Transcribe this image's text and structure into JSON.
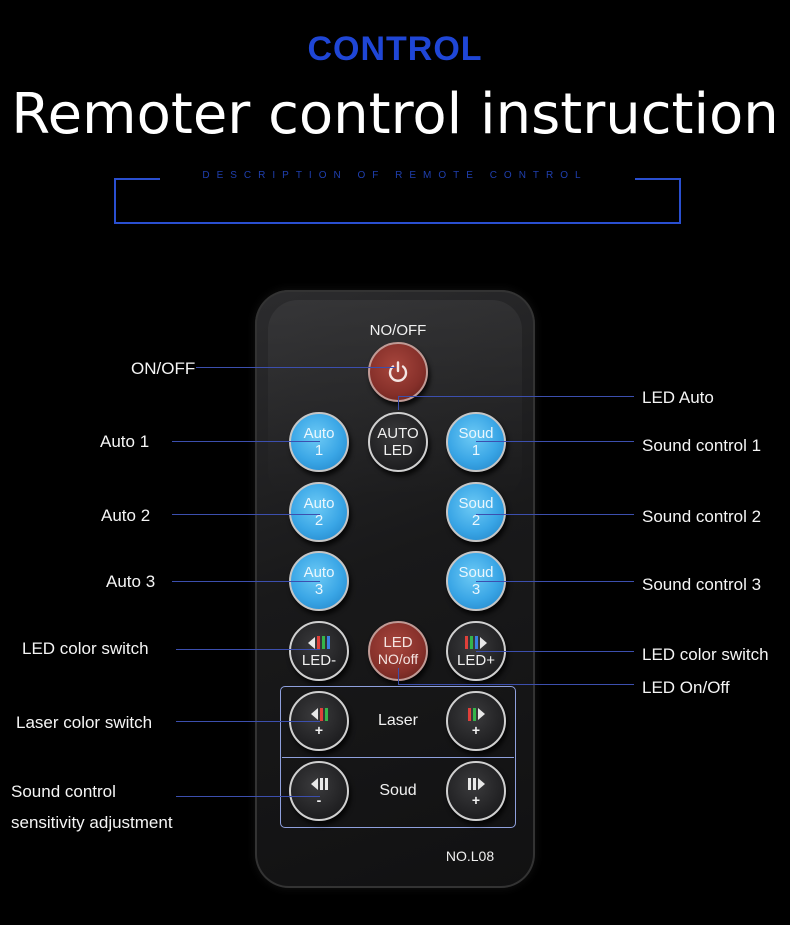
{
  "header": {
    "section_tag": "CONTROL",
    "title": "Remoter control instruction",
    "subtitle": "DESCRIPTION OF REMOTE CONTROL"
  },
  "remote": {
    "power_label": "NO/OFF",
    "model": "NO.L08",
    "buttons": {
      "auto1": [
        "Auto",
        "1"
      ],
      "auto2": [
        "Auto",
        "2"
      ],
      "auto3": [
        "Auto",
        "3"
      ],
      "auto_led": [
        "AUTO",
        "LED"
      ],
      "sound1": [
        "Soud",
        "1"
      ],
      "sound2": [
        "Soud",
        "2"
      ],
      "sound3": [
        "Soud",
        "3"
      ],
      "led_minus": "LED-",
      "led_plus": "LED+",
      "led_onoff": [
        "LED",
        "NO/off"
      ],
      "plus": "+",
      "minus": "-"
    },
    "panel": {
      "laser_label": "Laser",
      "sound_label": "Soud"
    }
  },
  "callouts": {
    "on_off": "ON/OFF",
    "led_auto": "LED Auto",
    "auto1": "Auto 1",
    "auto2": "Auto 2",
    "auto3": "Auto 3",
    "sound1": "Sound control 1",
    "sound2": "Sound control 2",
    "sound3": "Sound control 3",
    "led_color_left": "LED color switch",
    "led_color_right": "LED color switch",
    "led_onoff": "LED On/Off",
    "laser_color": "Laser color switch",
    "sound_sensitivity_1": "Sound control",
    "sound_sensitivity_2": "sensitivity adjustment"
  },
  "colors": {
    "accent_blue": "#1f46d6",
    "button_blue": "#3aa6e6",
    "button_red": "#86302a",
    "indicator_red": "#e0403a",
    "indicator_green": "#35b54a",
    "indicator_blue": "#3a7fe0"
  }
}
